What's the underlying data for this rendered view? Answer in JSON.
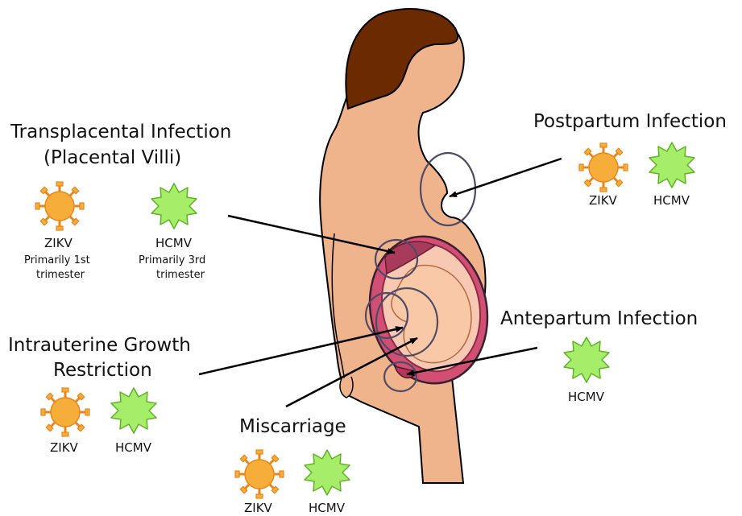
{
  "colors": {
    "zikv": "#f7ad3a",
    "hcmv": "#a6ee6a",
    "skin": "#f0b48c",
    "hair": "#6b2a00",
    "uterus": "#d14f72",
    "circle": "#4f4a66",
    "arrow": "#000000"
  },
  "icons": {
    "zikv": "virus-icon",
    "hcmv": "spiky-virus-icon"
  },
  "transplacental": {
    "title_line1": "Transplacental Infection",
    "title_line2": "(Placental Villi)",
    "zikv": {
      "name": "ZIKV",
      "note_line1": "Primarily 1st",
      "note_line2": "trimester"
    },
    "hcmv": {
      "name": "HCMV",
      "note_line1": "Primarily 3rd",
      "note_line2": "trimester"
    }
  },
  "postpartum": {
    "title": "Postpartum Infection",
    "zikv": "ZIKV",
    "hcmv": "HCMV"
  },
  "iugr": {
    "title_line1": "Intrauterine Growth",
    "title_line2": "Restriction",
    "zikv": "ZIKV",
    "hcmv": "HCMV"
  },
  "antepartum": {
    "title": "Antepartum Infection",
    "hcmv": "HCMV"
  },
  "miscarriage": {
    "title": "Miscarriage",
    "zikv": "ZIKV",
    "hcmv": "HCMV"
  }
}
